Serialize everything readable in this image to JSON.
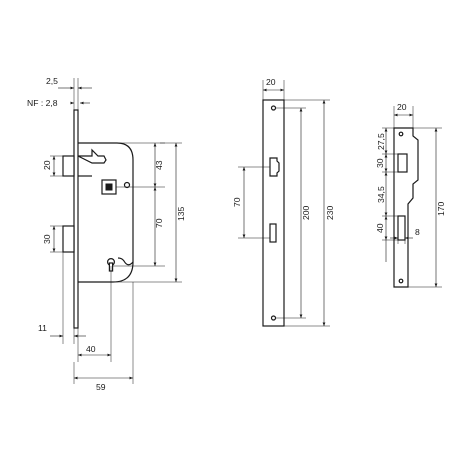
{
  "drawing": {
    "lock_body": {
      "dims": {
        "faceplate_thickness": "2,5",
        "nf": "NF : 2,8",
        "latch_height": "20",
        "bolt_height": "30",
        "handle_offset": "43",
        "handle_to_key": "70",
        "body_height": "135",
        "face_offset": "11",
        "backset": "40",
        "body_depth": "59"
      }
    },
    "faceplate": {
      "dims": {
        "width": "20",
        "spacing": "70",
        "inner_length": "200",
        "total_length": "230"
      }
    },
    "strike_plate": {
      "dims": {
        "width": "20",
        "top_offset": "27,5",
        "latch_opening": "30",
        "gap": "34,5",
        "bolt_opening": "40",
        "depth": "8",
        "total_length": "170"
      }
    }
  }
}
